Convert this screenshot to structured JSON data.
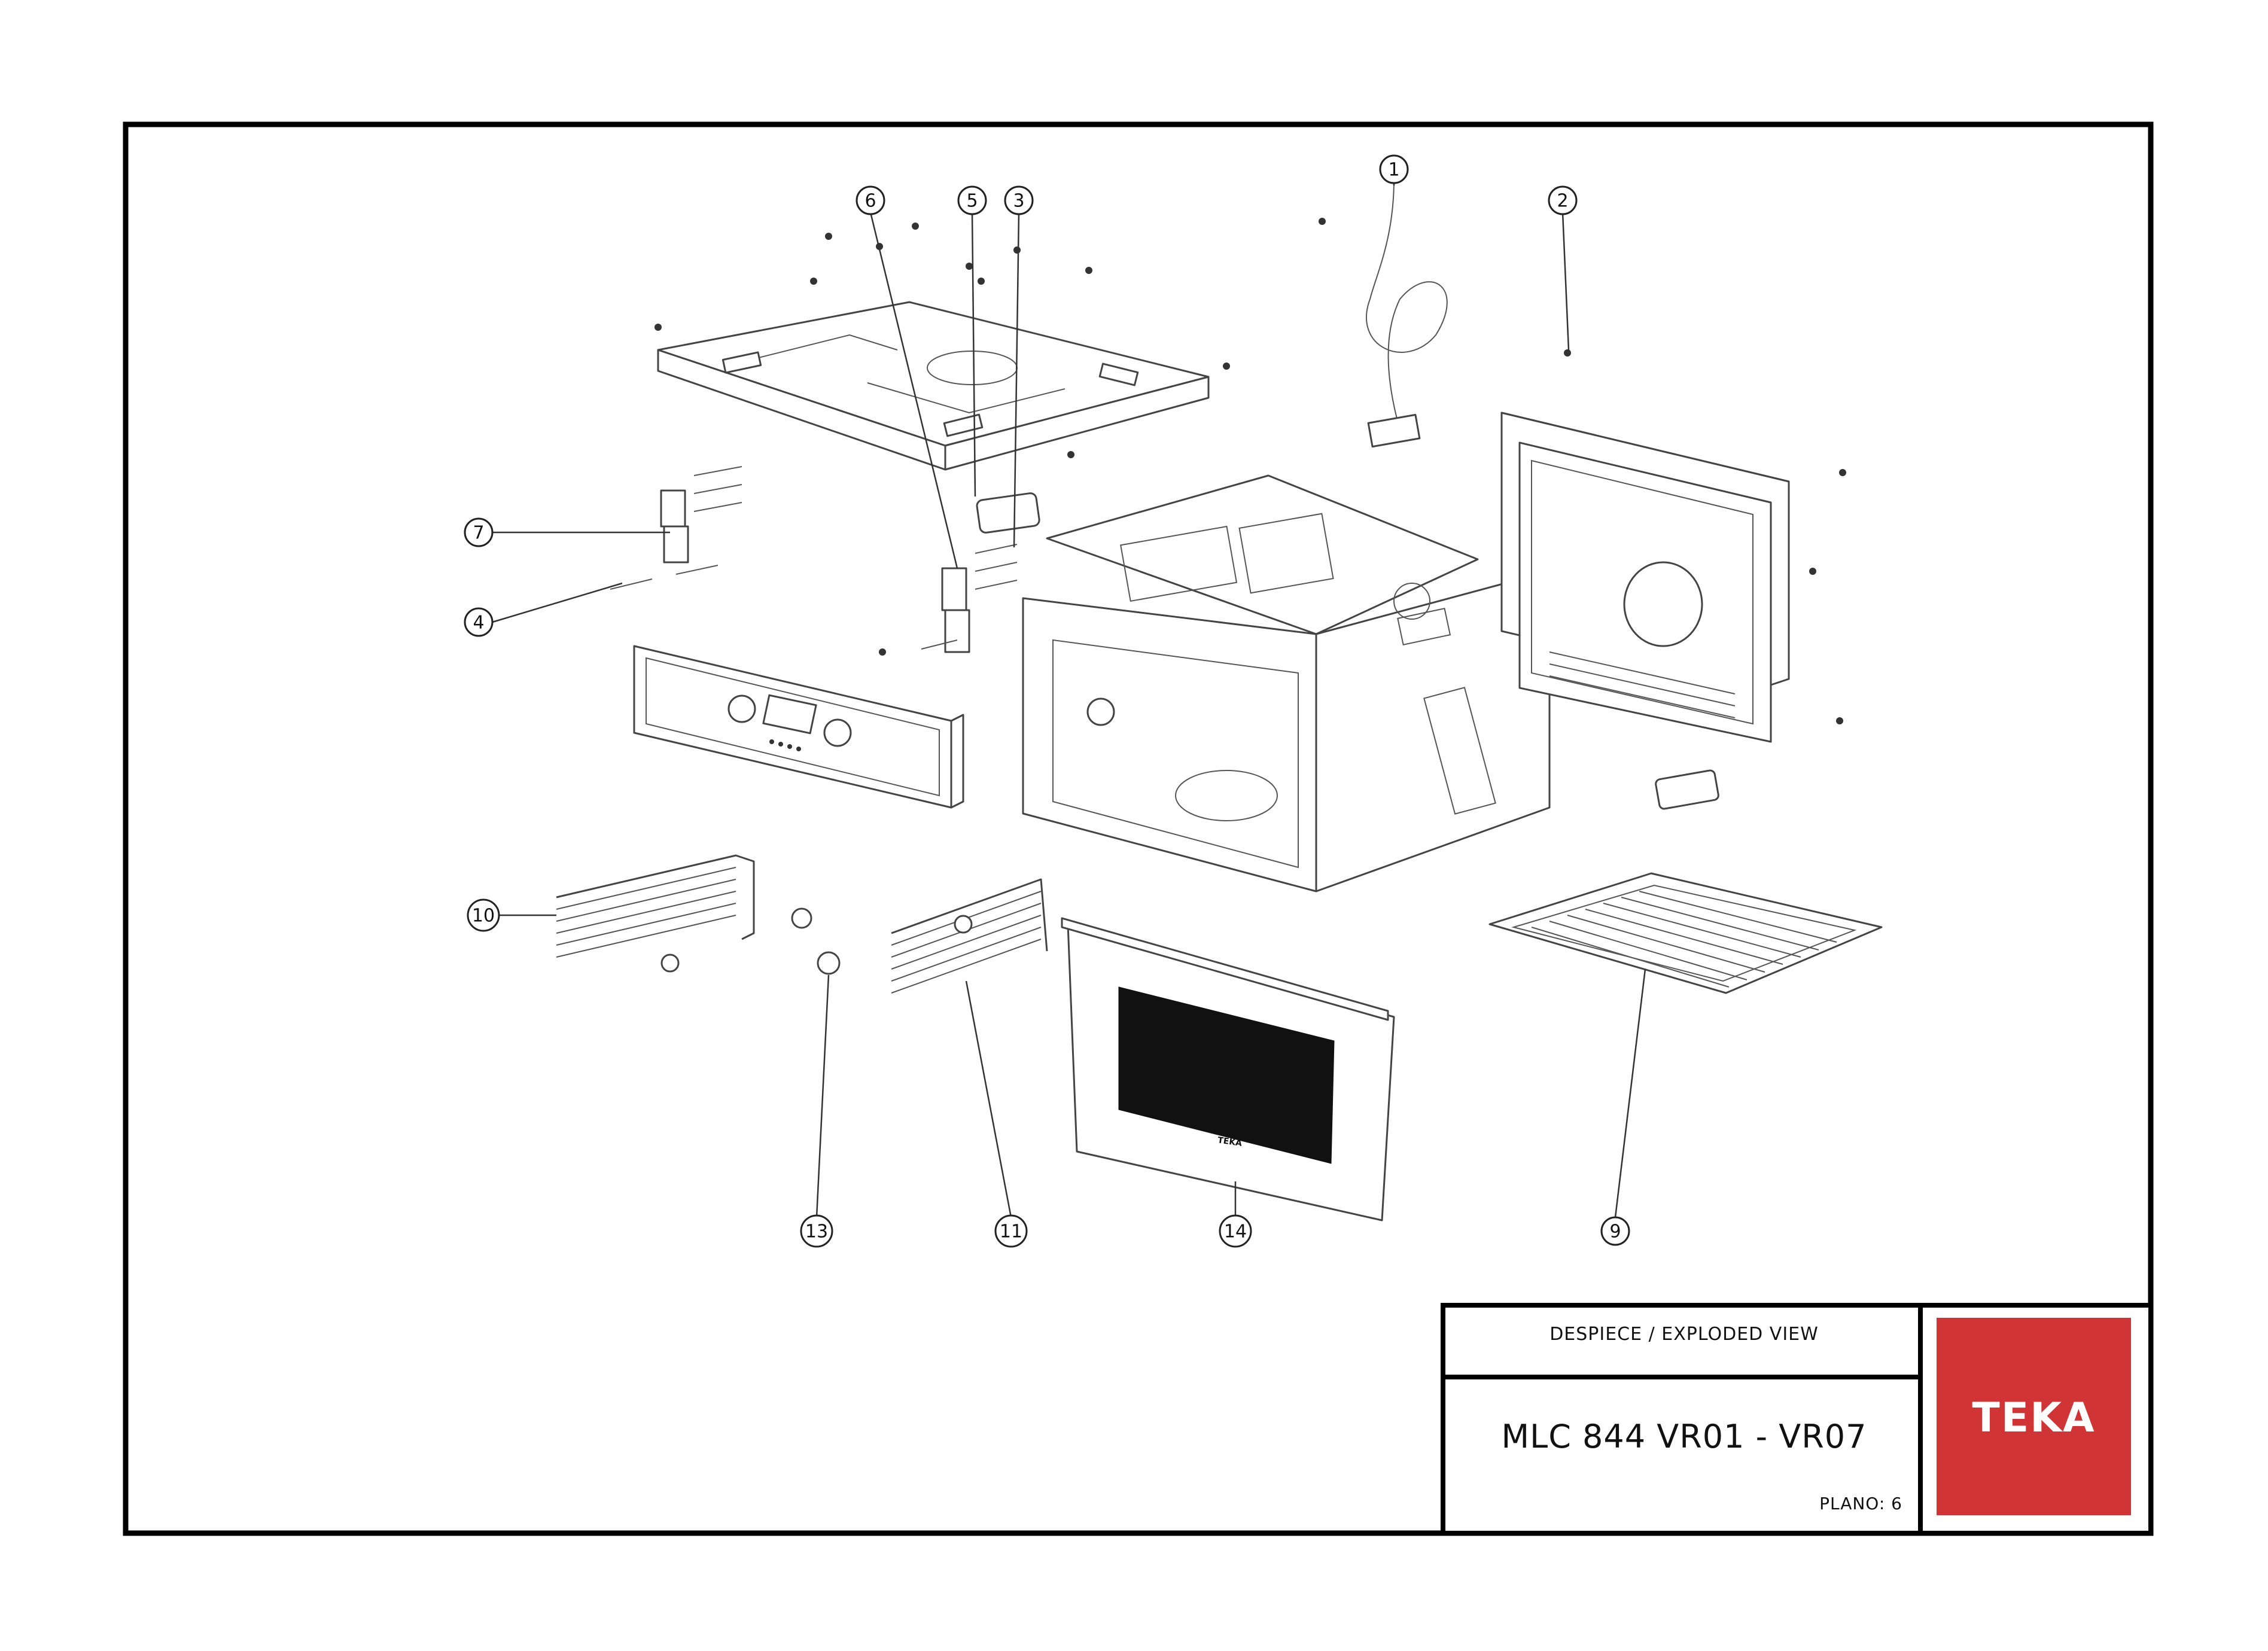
{
  "title_block": {
    "caption": "DESPIECE / EXPLODED VIEW",
    "model": "MLC 844  VR01 - VR07",
    "plano": "PLANO: 6"
  },
  "logo": {
    "brand_text": "TEKA",
    "color": "#d13434"
  },
  "callouts": [
    "1",
    "2",
    "3",
    "4",
    "5",
    "6",
    "7",
    "9",
    "10",
    "11",
    "13",
    "14"
  ],
  "door_brand_text": "TEKA"
}
